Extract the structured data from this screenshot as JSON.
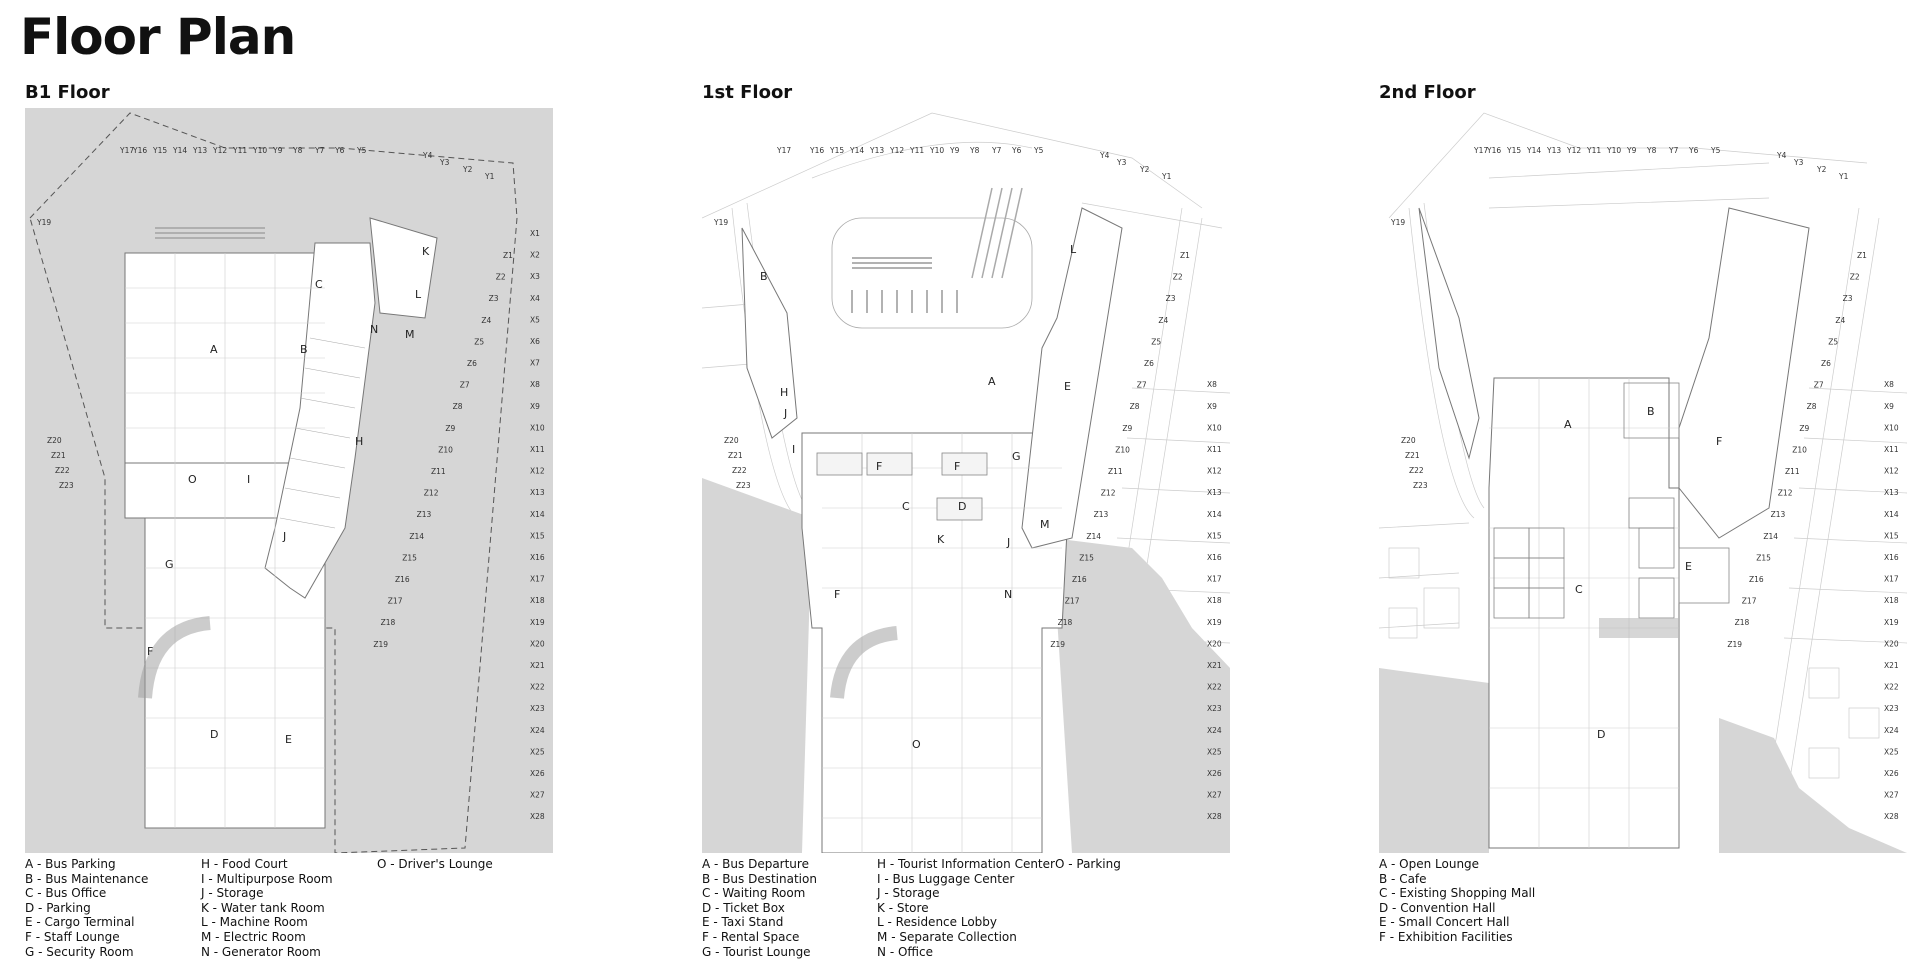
{
  "title": "Floor Plan",
  "floors": [
    {
      "name": "B1 Floor",
      "legend": [
        [
          "A - Bus Parking",
          "B - Bus Maintenance",
          "C - Bus Office",
          "D - Parking",
          "E - Cargo Terminal",
          "F - Staff Lounge",
          "G - Security Room"
        ],
        [
          "H - Food Court",
          "I - Multipurpose Room",
          "J - Storage",
          "K - Water tank Room",
          "L - Machine Room",
          "M - Electric Room",
          "N - Generator Room"
        ],
        [
          "O - Driver's Lounge"
        ]
      ],
      "rooms": [
        "A",
        "B",
        "C",
        "D",
        "E",
        "F",
        "G",
        "H",
        "I",
        "J",
        "K",
        "L",
        "M",
        "N",
        "O"
      ]
    },
    {
      "name": "1st Floor",
      "legend": [
        [
          "A - Bus Departure",
          "B - Bus Destination",
          "C - Waiting Room",
          "D - Ticket Box",
          "E - Taxi Stand",
          "F - Rental Space",
          "G - Tourist Lounge"
        ],
        [
          "H - Tourist Information Center",
          "I - Bus Luggage Center",
          "J - Storage",
          "K - Store",
          "L - Residence Lobby",
          "M - Separate Collection",
          "N - Office"
        ],
        [
          "O - Parking"
        ]
      ],
      "rooms": [
        "A",
        "B",
        "C",
        "D",
        "E",
        "F",
        "F",
        "F",
        "G",
        "H",
        "I",
        "J",
        "J",
        "K",
        "L",
        "M",
        "N",
        "O"
      ]
    },
    {
      "name": "2nd Floor",
      "legend": [
        [
          "A - Open Lounge",
          "B - Cafe",
          "C - Existing Shopping Mall",
          "D - Convention Hall",
          "E - Small Concert Hall",
          "F - Exhibition Facilities"
        ]
      ],
      "rooms": [
        "A",
        "B",
        "C",
        "D",
        "E",
        "F"
      ]
    }
  ],
  "grid_labels": {
    "y_top": [
      "Y17",
      "Y16",
      "Y15",
      "Y14",
      "Y13",
      "Y12",
      "Y11",
      "Y10",
      "Y9",
      "Y8",
      "Y7",
      "Y6",
      "Y5"
    ],
    "y_right": [
      "Y4",
      "Y3",
      "Y2",
      "Y1"
    ],
    "y_left": "Y19",
    "x": [
      "X1",
      "X2",
      "X3",
      "X4",
      "X5",
      "X6",
      "X7",
      "X8",
      "X9",
      "X10",
      "X11",
      "X12",
      "X13",
      "X14",
      "X15",
      "X16",
      "X17",
      "X18",
      "X19",
      "X20",
      "X21",
      "X22",
      "X23",
      "X24",
      "X25",
      "X26",
      "X27",
      "X28"
    ],
    "z": [
      "Z1",
      "Z2",
      "Z3",
      "Z4",
      "Z5",
      "Z6",
      "Z7",
      "Z8",
      "Z9",
      "Z10",
      "Z11",
      "Z12",
      "Z13",
      "Z14",
      "Z15",
      "Z16",
      "Z17",
      "Z18",
      "Z19"
    ],
    "z_left": [
      "Z20",
      "Z21",
      "Z22",
      "Z23"
    ]
  }
}
